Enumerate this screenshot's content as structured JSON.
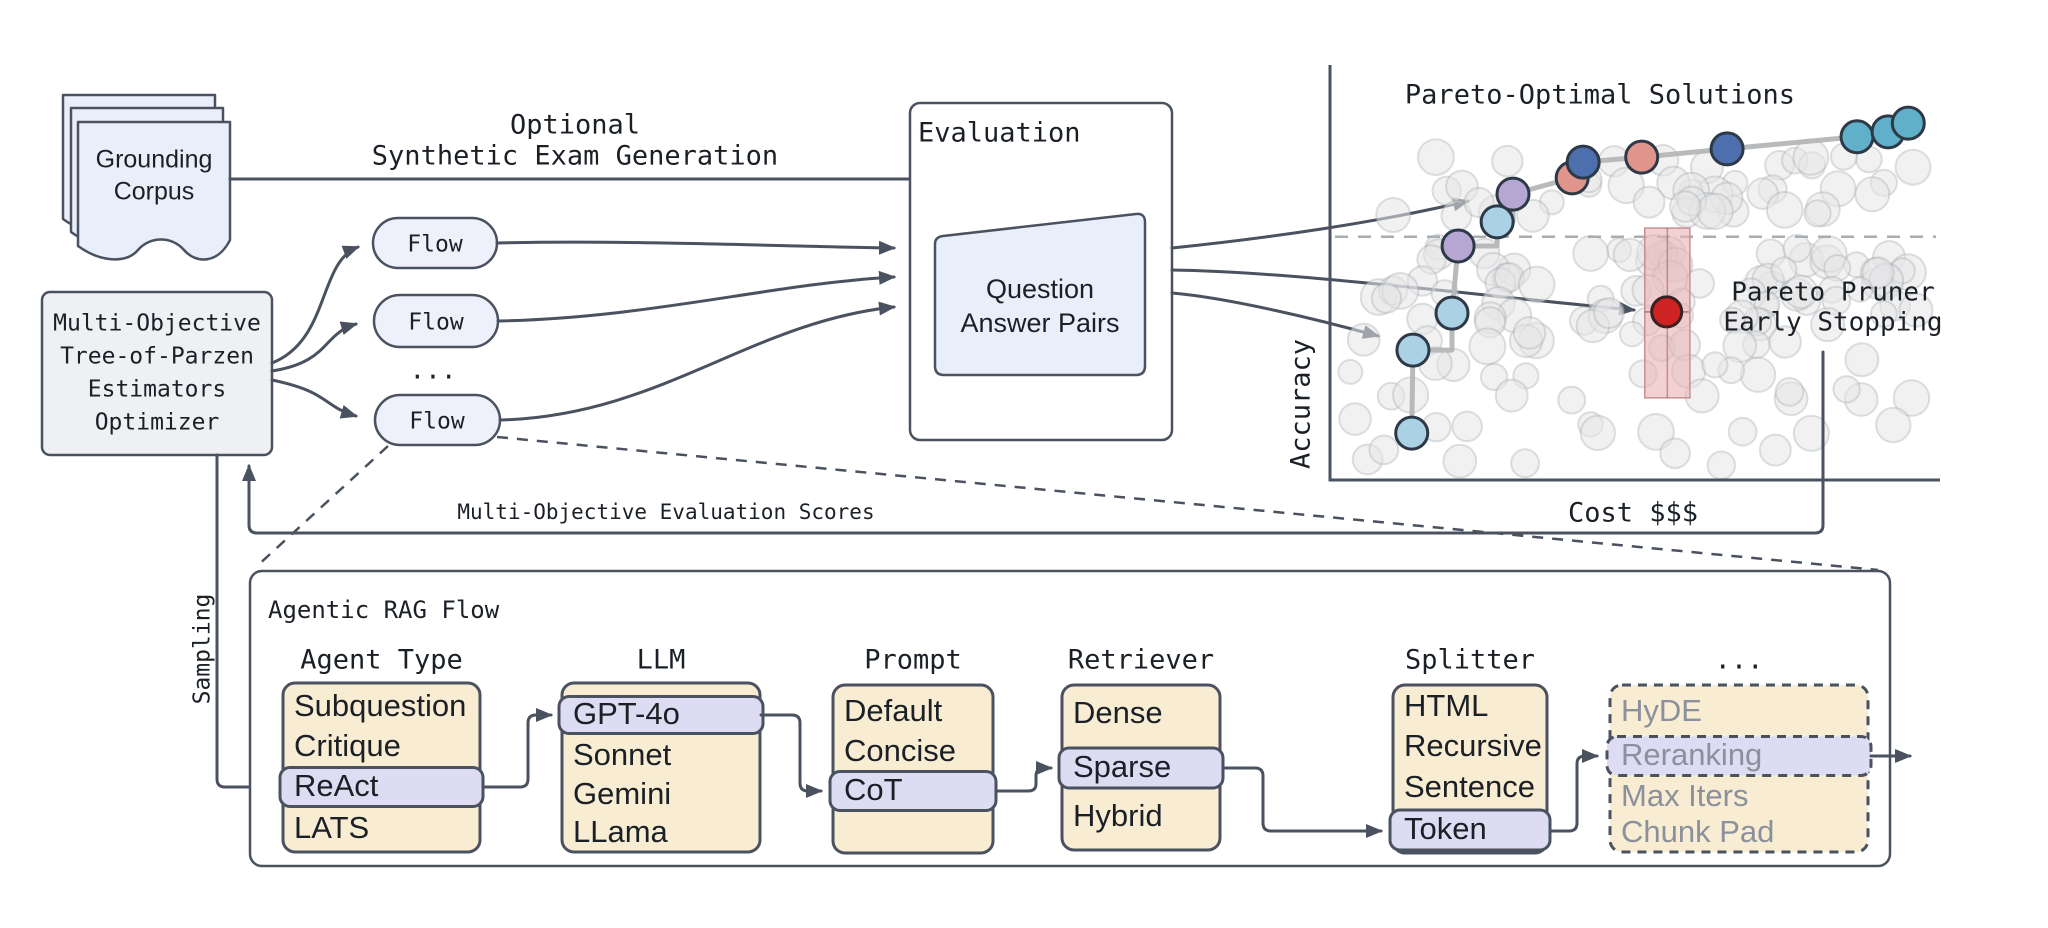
{
  "colors": {
    "ink": "#1b2026",
    "slate": "#4a5260",
    "cream": "#f8ecd2",
    "lavender": "#dedcf2",
    "doc_blue": "#e9effa",
    "box_gray": "#eff0f3",
    "flow_fill": "#eef0fb",
    "frontier_gray": "#b4b6b8",
    "muted_text": "#8b919c",
    "cloud": "#e9e9eb",
    "dot_lightblue": "#abd2e4",
    "dot_purple": "#b5a6d3",
    "dot_salmon": "#df958c",
    "dot_darkblue": "#4e6fae",
    "dot_teal": "#5fb0c8",
    "dot_red": "#cf2222",
    "band_pink": "#e8b5b5"
  },
  "grounding_corpus": {
    "label_lines": [
      "Grounding",
      "Corpus"
    ]
  },
  "optimizer": {
    "label_lines": [
      "Multi-Objective",
      "Tree-of-Parzen",
      "Estimators",
      "Optimizer"
    ]
  },
  "flows": {
    "labels": [
      "Flow",
      "Flow",
      "Flow"
    ],
    "ellipsis": "..."
  },
  "synthetic_exam": {
    "line1": "Optional",
    "line2": "Synthetic Exam Generation"
  },
  "evaluation": {
    "title": "Evaluation",
    "qa_lines": [
      "Question",
      "Answer Pairs"
    ]
  },
  "feedback": {
    "label": "Multi-Objective Evaluation Scores"
  },
  "sampling": {
    "label": "Sampling"
  },
  "chart_data": {
    "type": "scatter",
    "title": "Pareto-Optimal Solutions",
    "xlabel": "Cost $$$",
    "ylabel": "Accuracy",
    "xlim": [
      0,
      100
    ],
    "ylim": [
      0,
      100
    ],
    "grid": false,
    "legend": "none",
    "annotation_lines": [
      "Pareto Pruner",
      "Early Stopping"
    ],
    "pareto_frontier": [
      {
        "cost": 13.4,
        "accuracy": 11.3,
        "color": "lightblue"
      },
      {
        "cost": 13.6,
        "accuracy": 31.3,
        "color": "lightblue"
      },
      {
        "cost": 20.0,
        "accuracy": 40.2,
        "color": "lightblue"
      },
      {
        "cost": 21.0,
        "accuracy": 56.4,
        "color": "purple"
      },
      {
        "cost": 27.4,
        "accuracy": 62.2,
        "color": "lightblue"
      },
      {
        "cost": 30.0,
        "accuracy": 68.9,
        "color": "purple"
      },
      {
        "cost": 39.7,
        "accuracy": 72.8,
        "color": "salmon"
      },
      {
        "cost": 41.5,
        "accuracy": 76.6,
        "color": "darkblue"
      },
      {
        "cost": 51.1,
        "accuracy": 77.8,
        "color": "salmon"
      },
      {
        "cost": 65.1,
        "accuracy": 79.8,
        "color": "darkblue"
      },
      {
        "cost": 86.4,
        "accuracy": 82.7,
        "color": "teal"
      },
      {
        "cost": 91.5,
        "accuracy": 83.9,
        "color": "teal"
      },
      {
        "cost": 94.8,
        "accuracy": 86.0,
        "color": "teal"
      }
    ],
    "pruned_point": {
      "cost": 55.2,
      "accuracy": 40.5,
      "color": "red"
    },
    "pruner_band": {
      "cost_min": 51.6,
      "cost_max": 59.0,
      "accuracy_min": 19.8,
      "accuracy_max": 60.7
    },
    "threshold_line_accuracy": 58.6,
    "background_cloud": {
      "description": "unlabeled evaluated candidate flows",
      "count": 160
    }
  },
  "rag_flow": {
    "title": "Agentic RAG Flow",
    "columns": [
      {
        "header": "Agent Type",
        "items": [
          "Subquestion",
          "Critique",
          "ReAct",
          "LATS"
        ],
        "selected": "ReAct",
        "style": "solid"
      },
      {
        "header": "LLM",
        "items": [
          "GPT-4o",
          "Sonnet",
          "Gemini",
          "LLama"
        ],
        "selected": "GPT-4o",
        "style": "solid"
      },
      {
        "header": "Prompt",
        "items": [
          "Default",
          "Concise",
          "CoT"
        ],
        "selected": "CoT",
        "style": "solid"
      },
      {
        "header": "Retriever",
        "items": [
          "Dense",
          "Sparse",
          "Hybrid"
        ],
        "selected": "Sparse",
        "style": "solid"
      },
      {
        "header": "Splitter",
        "items": [
          "HTML",
          "Recursive",
          "Sentence",
          "Token"
        ],
        "selected": "Token",
        "style": "solid"
      },
      {
        "header": "...",
        "items": [
          "HyDE",
          "Reranking",
          "Max Iters",
          "Chunk Pad"
        ],
        "selected": "Reranking",
        "style": "dashed"
      }
    ]
  }
}
